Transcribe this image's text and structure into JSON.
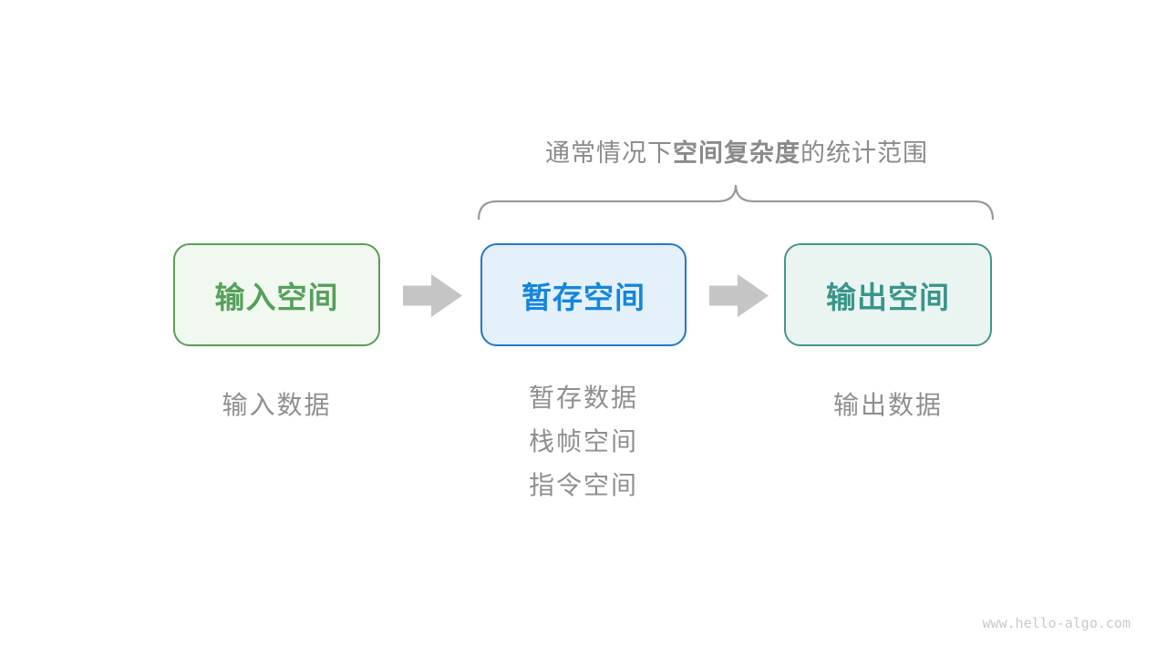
{
  "title": {
    "prefix": "通常情况下",
    "bold": "空间复杂度",
    "suffix": "的统计范围"
  },
  "boxes": [
    {
      "label": "输入空间",
      "text_color": "#55A05A",
      "border_color": "#5B9D58",
      "bg_color": "#F1F8F0"
    },
    {
      "label": "暂存空间",
      "text_color": "#1486DB",
      "border_color": "#2278C8",
      "bg_color": "#E4F0FA"
    },
    {
      "label": "输出空间",
      "text_color": "#399589",
      "border_color": "#44948A",
      "bg_color": "#EAF5F1"
    }
  ],
  "annotations": {
    "input": "输入数据",
    "temp": [
      "暂存数据",
      "栈帧空间",
      "指令空间"
    ],
    "output": "输出数据"
  },
  "watermark": "www.hello-algo.com",
  "colors": {
    "background": "#FFFFFF",
    "title_text": "#8A8A8A",
    "annotation_text": "#8F8F8F",
    "brace": "#999999",
    "arrow": "#C5C5C5",
    "watermark_text": "#C9C9C9"
  }
}
